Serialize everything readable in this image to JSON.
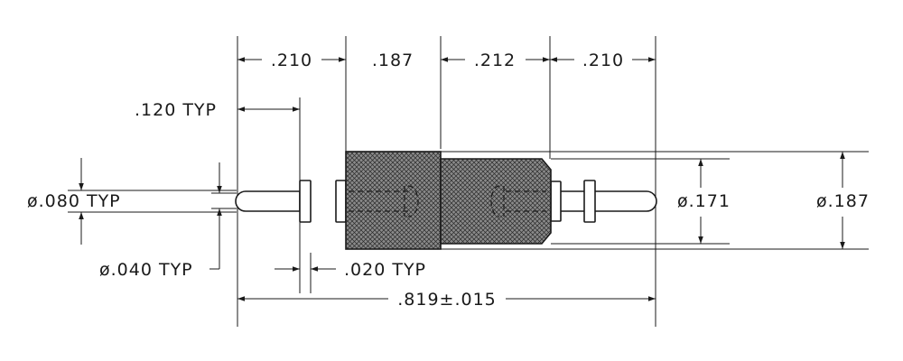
{
  "colors": {
    "ink": "#1a1a1a",
    "knurl_fill": "#8a8a8a",
    "background": "#ffffff"
  },
  "dimensions": {
    "top_segment_1": ".210",
    "top_segment_2": ".187",
    "top_segment_3": ".212",
    "top_segment_4": ".210",
    "shoulder_offset": ".120 TYP",
    "pin_diameter": "ø.080 TYP",
    "tip_diameter": "ø.040 TYP",
    "collar_thickness": ".020 TYP",
    "overall_length": ".819±.015",
    "body_diameter_small": "ø.171",
    "body_diameter_large": "ø.187"
  }
}
